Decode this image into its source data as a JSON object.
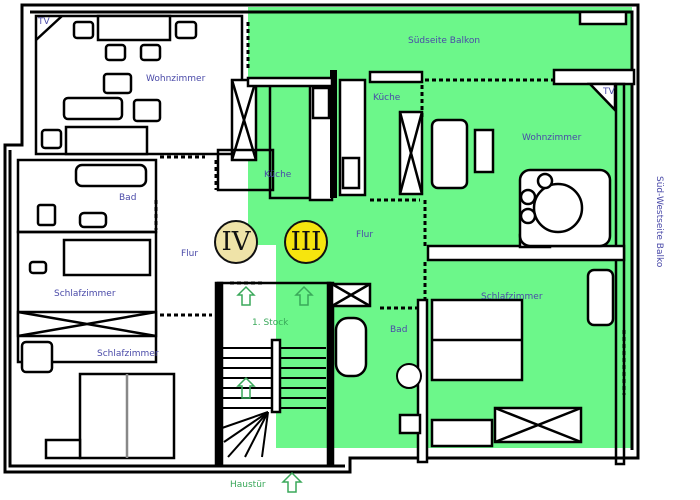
{
  "plan": {
    "colors": {
      "green_area": "#6cf78a",
      "wall": "#000000",
      "room_label": "#4a4aa8",
      "stair_label": "#3aa85a",
      "badge_iv": "#efe3a8",
      "badge_iii": "#f6e50e"
    },
    "apartment_iv": {
      "badge": "IV",
      "rooms": {
        "wohnzimmer": "Wohnzimmer",
        "kueche": "Küche",
        "bad": "Bad",
        "flur": "Flur",
        "schlafzimmer_1": "Schlafzimmer",
        "schlafzimmer_2": "Schlafzimmer"
      },
      "tv": "TV"
    },
    "apartment_iii": {
      "badge": "III",
      "rooms": {
        "balkon_sued": "Südseite Balkon",
        "balkon_suedwest": "Süd-Westseite Balko",
        "kueche": "Küche",
        "wohnzimmer": "Wohnzimmer",
        "flur": "Flur",
        "schlafzimmer": "Schlafzimmer",
        "bad": "Bad"
      },
      "tv": "TV"
    },
    "stairwell": {
      "floor": "1. Stock",
      "entrance": "Haustür"
    }
  }
}
